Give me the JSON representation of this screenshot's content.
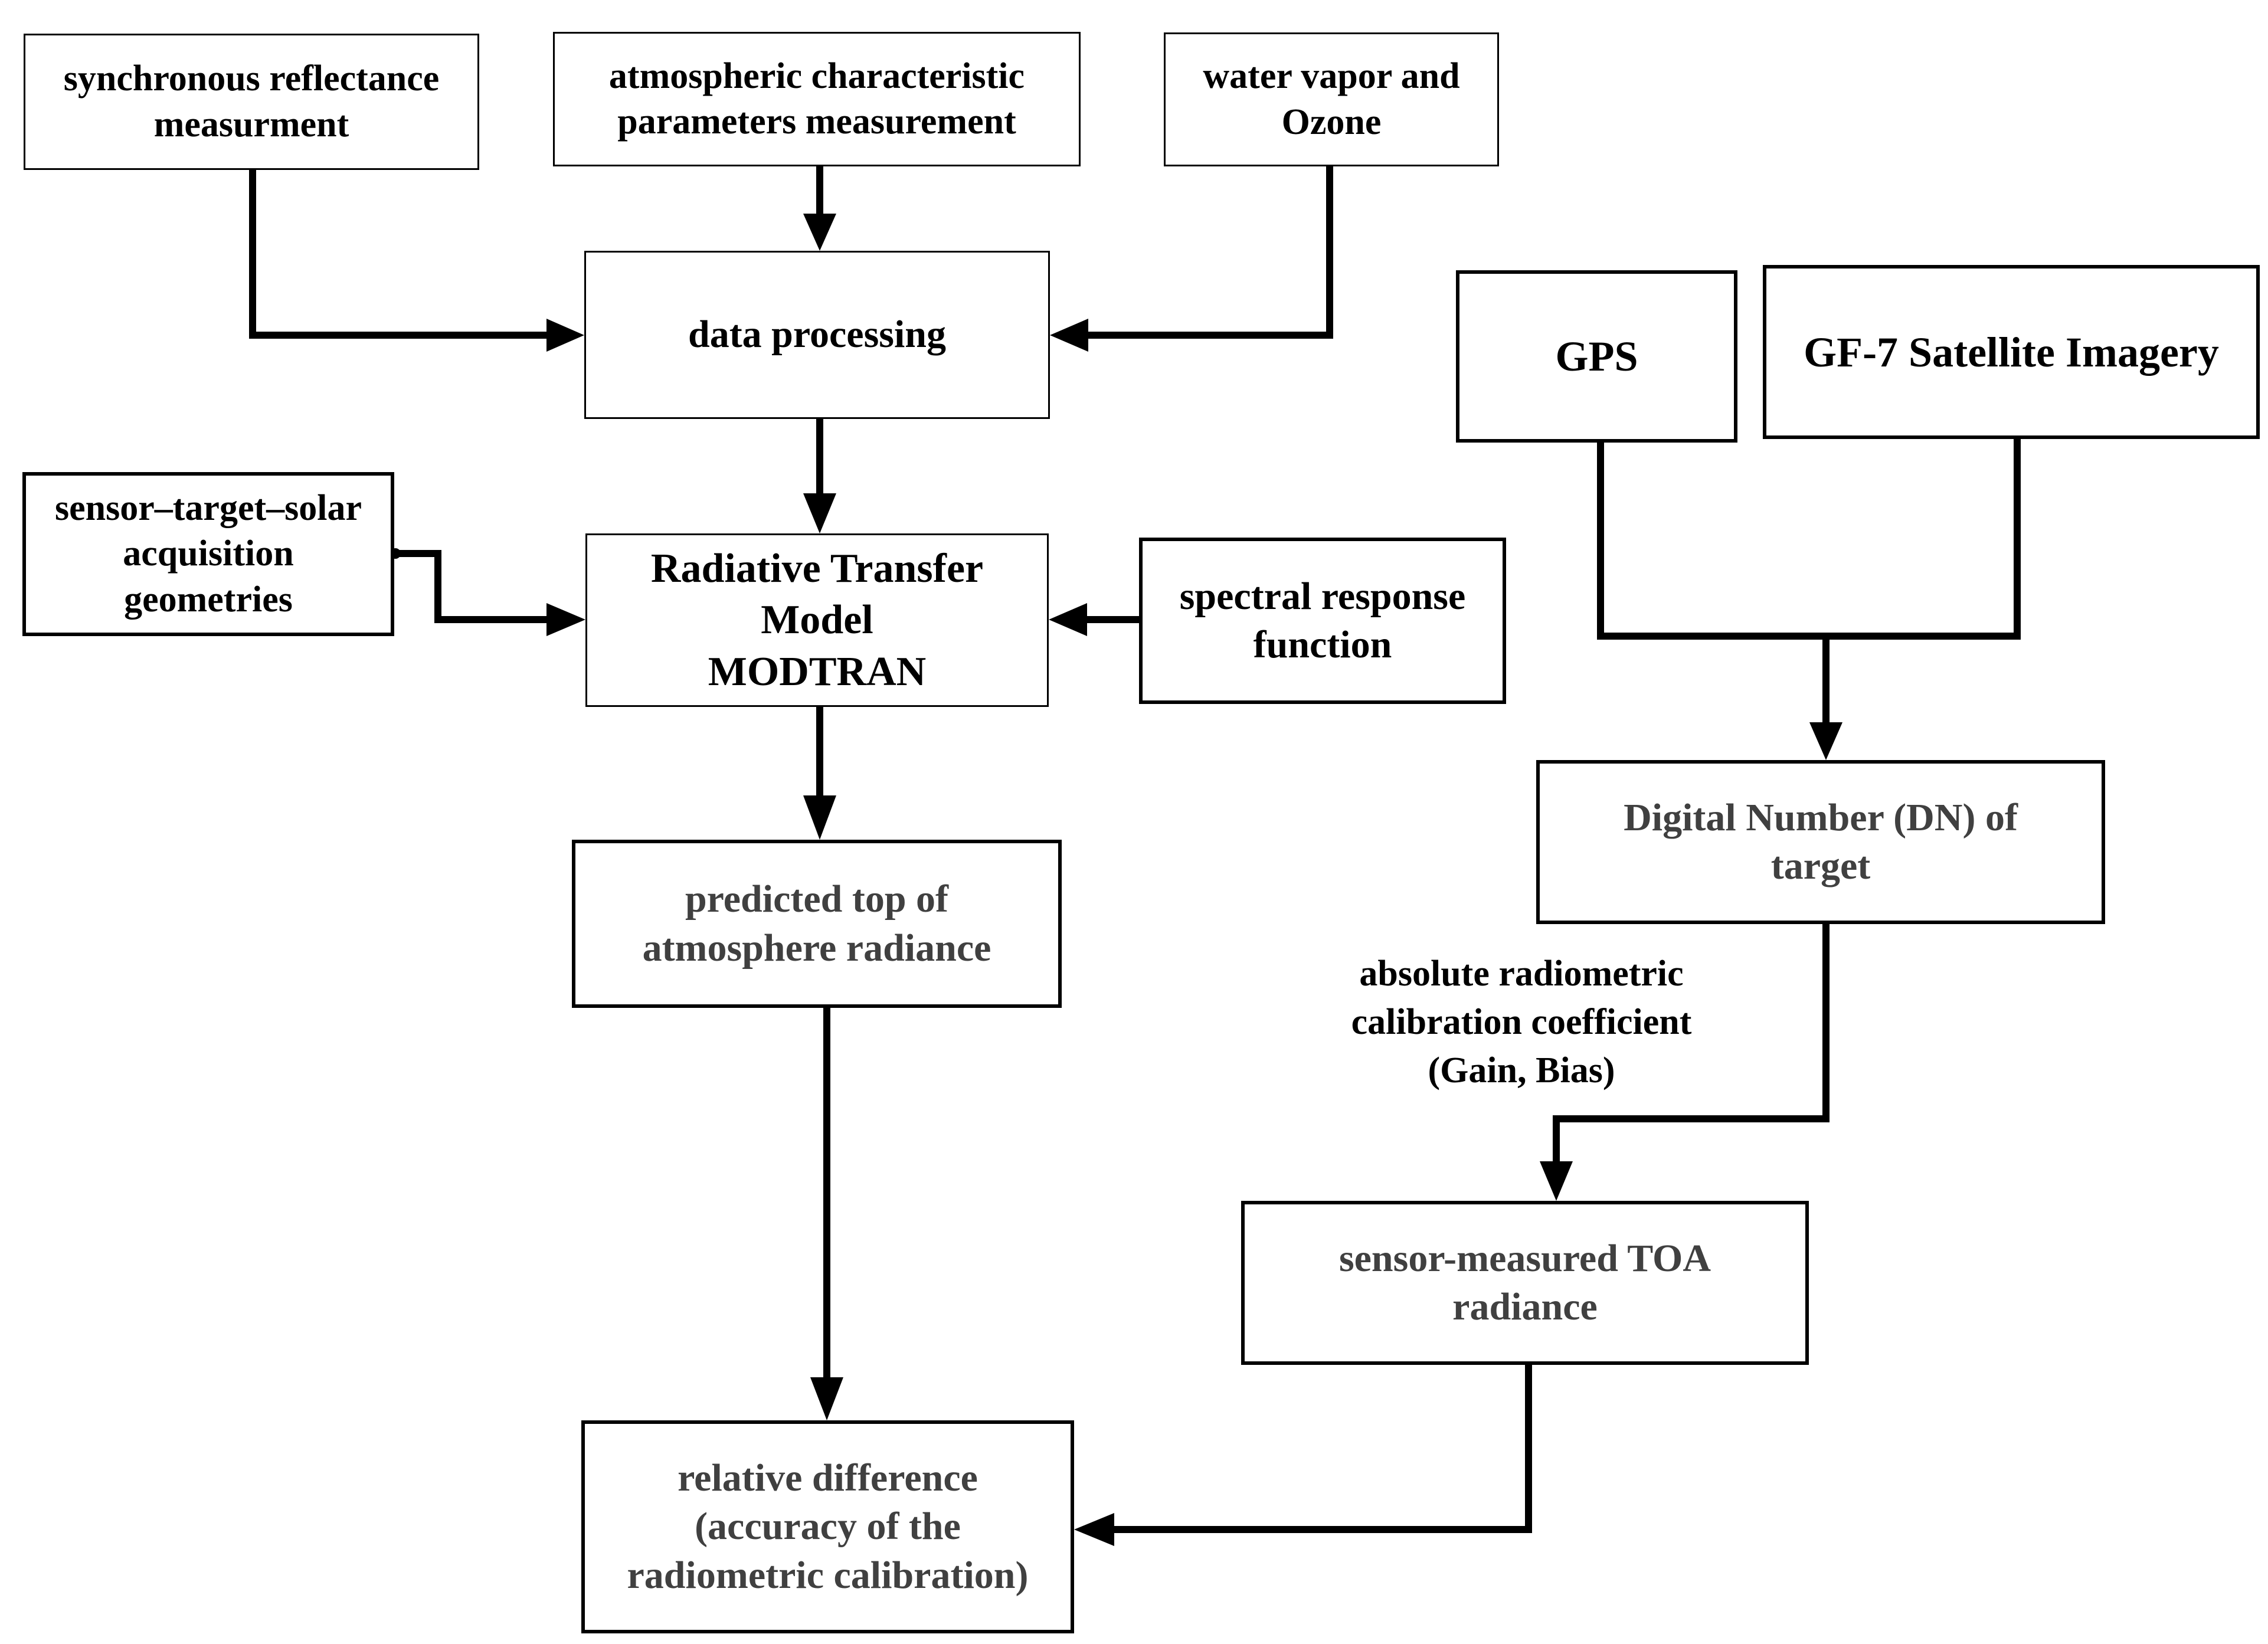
{
  "nodes": {
    "sync_reflectance": {
      "lines": [
        "synchronous reflectance",
        "measurment"
      ]
    },
    "atmos_params": {
      "lines": [
        "atmospheric characteristic",
        "parameters measurement"
      ]
    },
    "water_vapor": {
      "lines": [
        "water vapor and",
        "Ozone"
      ]
    },
    "data_processing": {
      "lines": [
        "data processing"
      ]
    },
    "geometry": {
      "lines": [
        "sensor–target–solar",
        "acquisition",
        "geometries"
      ]
    },
    "rtm": {
      "lines": [
        "Radiative Transfer",
        "Model",
        "MODTRAN"
      ]
    },
    "srf": {
      "lines": [
        "spectral response",
        "function"
      ]
    },
    "predicted_toa": {
      "lines": [
        "predicted top of",
        "atmosphere radiance"
      ]
    },
    "relative_diff": {
      "lines": [
        "relative difference",
        "(accuracy of the",
        "radiometric calibration)"
      ]
    },
    "gps": {
      "lines": [
        "GPS"
      ]
    },
    "gf7": {
      "lines": [
        "GF-7 Satellite Imagery"
      ]
    },
    "dn": {
      "lines": [
        "Digital Number (DN) of",
        "target"
      ]
    },
    "sensor_toa": {
      "lines": [
        "sensor-measured TOA",
        "radiance"
      ]
    }
  },
  "edge_label": {
    "lines": [
      "absolute radiometric",
      "calibration coefficient",
      "(Gain, Bias)"
    ]
  }
}
